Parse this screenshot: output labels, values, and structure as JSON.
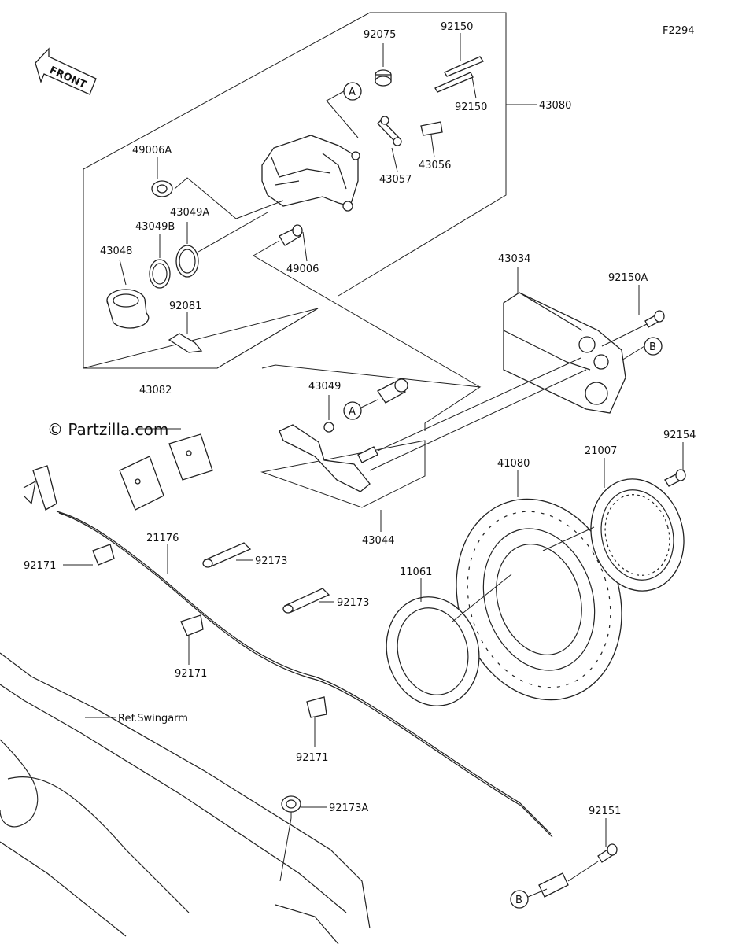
{
  "diagram_id": "F2294",
  "front_label": "FRONT",
  "watermark": "© Partzilla.com",
  "ref_label": "Ref.Swingarm",
  "callout_a": "A",
  "callout_b": "B",
  "parts": [
    "92075",
    "92150",
    "92150",
    "43080",
    "49006A",
    "43057",
    "43056",
    "43049A",
    "43049B",
    "43048",
    "49006",
    "92081",
    "43034",
    "92150A",
    "43082",
    "43049",
    "21176",
    "92171",
    "92173",
    "92173",
    "92171",
    "43044",
    "41080",
    "21007",
    "92154",
    "11061",
    "92171",
    "92173A",
    "92151"
  ]
}
